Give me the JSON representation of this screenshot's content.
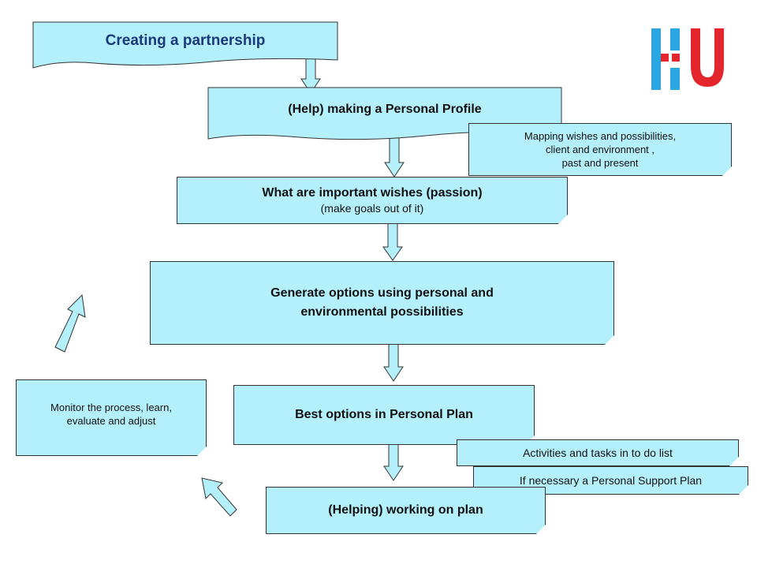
{
  "colors": {
    "box_fill": "#b3f0fb",
    "arrow_fill": "#b3f0fb",
    "logo_color": "#2aa6e0",
    "logo_accent": "#e3262b"
  },
  "steps": {
    "partnership": "Creating a partnership",
    "profile": "(Help) making a Personal Profile",
    "wishes_line1": "What  are important wishes (passion)",
    "wishes_line2": "(make goals out of it)",
    "options_line1": "Generate options using personal and",
    "options_line2": "environmental possibilities",
    "plan": "Best options in Personal Plan",
    "working": "(Helping) working on plan"
  },
  "notes": {
    "mapping_line1": "Mapping  wishes and possibilities,",
    "mapping_line2": "client and environment ,",
    "mapping_line3": "past and present",
    "monitor_line1": "Monitor the process, learn,",
    "monitor_line2": "evaluate and adjust",
    "activities": "Activities and tasks in to do list",
    "support": "If  necessary a Personal  Support Plan"
  },
  "logo": {
    "icon": "hu-logo-icon"
  }
}
